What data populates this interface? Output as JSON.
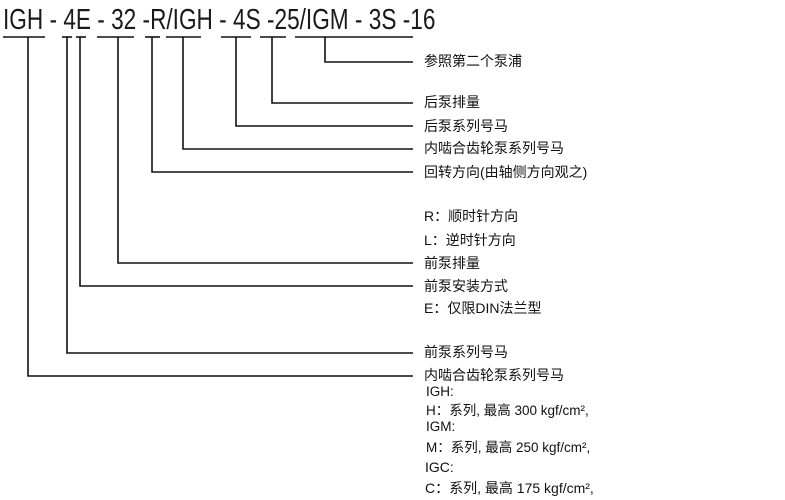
{
  "model_code": "IGH - 4E - 32 -R/IGH - 4S -25/IGM - 3S -16",
  "labels": {
    "second_pump": "参照第二个泵浦",
    "rear_displacement": "后泵排量",
    "rear_series": "后泵系列号马",
    "internal_gear_series_rear": "内啮合齿轮泵系列号马",
    "rotation": "回转方向(由轴侧方向观之)",
    "rotation_r": "R：顺时针方向",
    "rotation_l": "L：逆时针方向",
    "front_displacement": "前泵排量",
    "front_mounting": "前泵安装方式",
    "mounting_e": "E：仅限DIN法兰型",
    "front_series": "前泵系列号马",
    "internal_gear_series_front": "内啮合齿轮泵系列号马",
    "igh": "IGH:",
    "igh_desc": "H：系列, 最高  300 kgf/cm²,",
    "igm": "IGM:",
    "igm_desc": "M：系列, 最高  250 kgf/cm²,",
    "igc": "IGC:",
    "igc_desc": "C：系列, 最高  175  kgf/cm²,"
  }
}
